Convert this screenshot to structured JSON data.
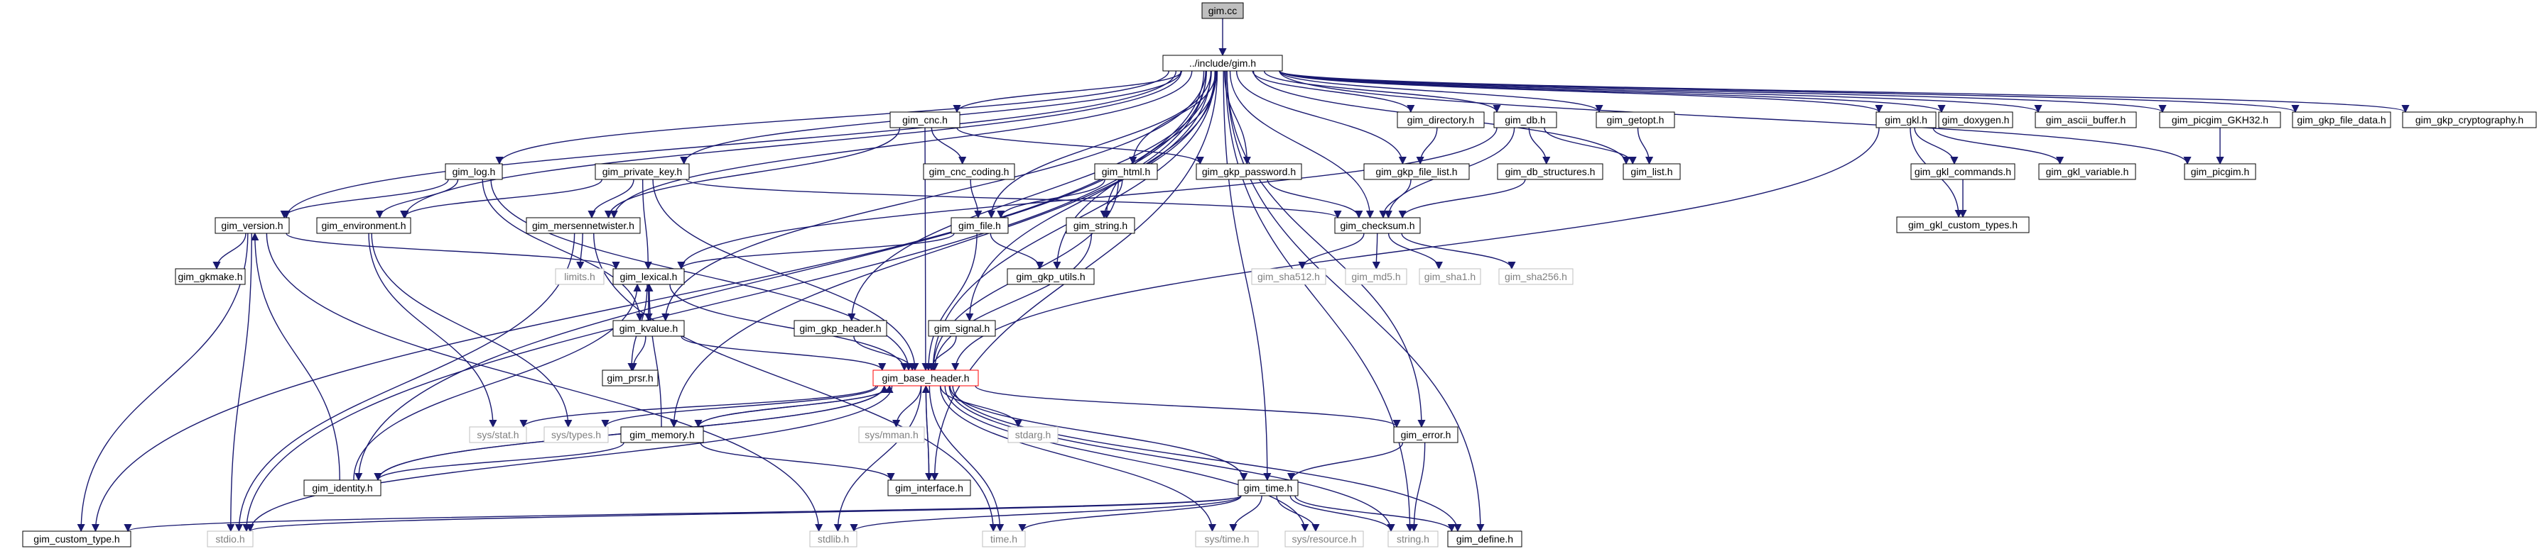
{
  "nodes": [
    {
      "id": "gim_cc",
      "label": "gim.cc",
      "kind": "root"
    },
    {
      "id": "gim_h",
      "label": "../include/gim.h",
      "kind": "doc"
    },
    {
      "id": "gim_cnc_h",
      "label": "gim_cnc.h",
      "kind": "doc"
    },
    {
      "id": "gim_directory_h",
      "label": "gim_directory.h",
      "kind": "doc"
    },
    {
      "id": "gim_db_h",
      "label": "gim_db.h",
      "kind": "doc"
    },
    {
      "id": "gim_getopt_h",
      "label": "gim_getopt.h",
      "kind": "doc"
    },
    {
      "id": "gim_gkl_h",
      "label": "gim_gkl.h",
      "kind": "doc"
    },
    {
      "id": "gim_doxygen_h",
      "label": "gim_doxygen.h",
      "kind": "doc"
    },
    {
      "id": "gim_ascii_buffer_h",
      "label": "gim_ascii_buffer.h",
      "kind": "doc"
    },
    {
      "id": "gim_picgim_GKH32_h",
      "label": "gim_picgim_GKH32.h",
      "kind": "doc"
    },
    {
      "id": "gim_gkp_file_data_h",
      "label": "gim_gkp_file_data.h",
      "kind": "doc"
    },
    {
      "id": "gim_gkp_cryptography_h",
      "label": "gim_gkp_cryptography.h",
      "kind": "doc"
    },
    {
      "id": "gim_log_h",
      "label": "gim_log.h",
      "kind": "doc"
    },
    {
      "id": "gim_private_key_h",
      "label": "gim_private_key.h",
      "kind": "doc"
    },
    {
      "id": "gim_cnc_coding_h",
      "label": "gim_cnc_coding.h",
      "kind": "doc"
    },
    {
      "id": "gim_gkp_password_h",
      "label": "gim_gkp_password.h",
      "kind": "doc"
    },
    {
      "id": "gim_html_h",
      "label": "gim_html.h",
      "kind": "doc"
    },
    {
      "id": "gim_gkp_file_list_h",
      "label": "gim_gkp_file_list.h",
      "kind": "doc"
    },
    {
      "id": "gim_db_structures_h",
      "label": "gim_db_structures.h",
      "kind": "doc"
    },
    {
      "id": "gim_list_h",
      "label": "gim_list.h",
      "kind": "doc"
    },
    {
      "id": "gim_gkl_commands_h",
      "label": "gim_gkl_commands.h",
      "kind": "doc"
    },
    {
      "id": "gim_gkl_variable_h",
      "label": "gim_gkl_variable.h",
      "kind": "doc"
    },
    {
      "id": "gim_picgim_h",
      "label": "gim_picgim.h",
      "kind": "doc"
    },
    {
      "id": "gim_gkl_custom_types_h",
      "label": "gim_gkl_custom_types.h",
      "kind": "doc"
    },
    {
      "id": "gim_version_h",
      "label": "gim_version.h",
      "kind": "doc"
    },
    {
      "id": "gim_environment_h",
      "label": "gim_environment.h",
      "kind": "doc"
    },
    {
      "id": "gim_mersennetwister_h",
      "label": "gim_mersennetwister.h",
      "kind": "doc"
    },
    {
      "id": "gim_file_h",
      "label": "gim_file.h",
      "kind": "doc"
    },
    {
      "id": "gim_string_h",
      "label": "gim_string.h",
      "kind": "doc"
    },
    {
      "id": "gim_checksum_h",
      "label": "gim_checksum.h",
      "kind": "doc"
    },
    {
      "id": "gim_gkmake_h",
      "label": "gim_gkmake.h",
      "kind": "doc"
    },
    {
      "id": "limits_h",
      "label": "limits.h",
      "kind": "sys"
    },
    {
      "id": "gim_lexical_h",
      "label": "gim_lexical.h",
      "kind": "doc"
    },
    {
      "id": "gim_gkp_utils_h",
      "label": "gim_gkp_utils.h",
      "kind": "doc"
    },
    {
      "id": "gim_sha512_h",
      "label": "gim_sha512.h",
      "kind": "sys"
    },
    {
      "id": "gim_md5_h",
      "label": "gim_md5.h",
      "kind": "sys"
    },
    {
      "id": "gim_sha1_h",
      "label": "gim_sha1.h",
      "kind": "sys"
    },
    {
      "id": "gim_sha256_h",
      "label": "gim_sha256.h",
      "kind": "sys"
    },
    {
      "id": "gim_kvalue_h",
      "label": "gim_kvalue.h",
      "kind": "doc"
    },
    {
      "id": "gim_gkp_header_h",
      "label": "gim_gkp_header.h",
      "kind": "doc"
    },
    {
      "id": "gim_signal_h",
      "label": "gim_signal.h",
      "kind": "doc"
    },
    {
      "id": "gim_prsr_h",
      "label": "gim_prsr.h",
      "kind": "doc"
    },
    {
      "id": "gim_base_header_h",
      "label": "gim_base_header.h",
      "kind": "hl"
    },
    {
      "id": "sys_stat_h",
      "label": "sys/stat.h",
      "kind": "sys"
    },
    {
      "id": "sys_types_h",
      "label": "sys/types.h",
      "kind": "sys"
    },
    {
      "id": "gim_memory_h",
      "label": "gim_memory.h",
      "kind": "doc"
    },
    {
      "id": "sys_mman_h",
      "label": "sys/mman.h",
      "kind": "sys"
    },
    {
      "id": "stdarg_h",
      "label": "stdarg.h",
      "kind": "sys"
    },
    {
      "id": "gim_error_h",
      "label": "gim_error.h",
      "kind": "doc"
    },
    {
      "id": "gim_identity_h",
      "label": "gim_identity.h",
      "kind": "doc"
    },
    {
      "id": "gim_interface_h",
      "label": "gim_interface.h",
      "kind": "doc"
    },
    {
      "id": "gim_time_h",
      "label": "gim_time.h",
      "kind": "doc"
    },
    {
      "id": "gim_custom_type_h",
      "label": "gim_custom_type.h",
      "kind": "doc"
    },
    {
      "id": "stdio_h",
      "label": "stdio.h",
      "kind": "sys"
    },
    {
      "id": "stdlib_h",
      "label": "stdlib.h",
      "kind": "sys"
    },
    {
      "id": "time_h",
      "label": "time.h",
      "kind": "sys"
    },
    {
      "id": "sys_time_h",
      "label": "sys/time.h",
      "kind": "sys"
    },
    {
      "id": "sys_resource_h",
      "label": "sys/resource.h",
      "kind": "sys"
    },
    {
      "id": "string_h",
      "label": "string.h",
      "kind": "sys"
    },
    {
      "id": "gim_define_h",
      "label": "gim_define.h",
      "kind": "doc"
    }
  ],
  "edges": [
    [
      "gim_cc",
      "gim_h"
    ],
    [
      "gim_h",
      "gim_cnc_h"
    ],
    [
      "gim_h",
      "gim_directory_h"
    ],
    [
      "gim_h",
      "gim_db_h"
    ],
    [
      "gim_h",
      "gim_getopt_h"
    ],
    [
      "gim_h",
      "gim_gkl_h"
    ],
    [
      "gim_h",
      "gim_doxygen_h"
    ],
    [
      "gim_h",
      "gim_ascii_buffer_h"
    ],
    [
      "gim_h",
      "gim_picgim_GKH32_h"
    ],
    [
      "gim_h",
      "gim_gkp_file_data_h"
    ],
    [
      "gim_h",
      "gim_gkp_cryptography_h"
    ],
    [
      "gim_h",
      "gim_log_h"
    ],
    [
      "gim_h",
      "gim_private_key_h"
    ],
    [
      "gim_h",
      "gim_gkp_password_h"
    ],
    [
      "gim_h",
      "gim_html_h"
    ],
    [
      "gim_h",
      "gim_gkp_file_list_h"
    ],
    [
      "gim_h",
      "gim_list_h"
    ],
    [
      "gim_h",
      "gim_picgim_h"
    ],
    [
      "gim_h",
      "gim_version_h"
    ],
    [
      "gim_h",
      "gim_environment_h"
    ],
    [
      "gim_h",
      "gim_mersennetwister_h"
    ],
    [
      "gim_h",
      "gim_file_h"
    ],
    [
      "gim_h",
      "gim_string_h"
    ],
    [
      "gim_h",
      "gim_checksum_h"
    ],
    [
      "gim_h",
      "gim_gkp_utils_h"
    ],
    [
      "gim_h",
      "gim_kvalue_h"
    ],
    [
      "gim_h",
      "gim_gkp_header_h"
    ],
    [
      "gim_h",
      "gim_signal_h"
    ],
    [
      "gim_h",
      "gim_base_header_h"
    ],
    [
      "gim_h",
      "gim_memory_h"
    ],
    [
      "gim_h",
      "gim_error_h"
    ],
    [
      "gim_h",
      "gim_identity_h"
    ],
    [
      "gim_h",
      "gim_interface_h"
    ],
    [
      "gim_h",
      "gim_time_h"
    ],
    [
      "gim_h",
      "gim_custom_type_h"
    ],
    [
      "gim_h",
      "stdio_h"
    ],
    [
      "gim_h",
      "string_h"
    ],
    [
      "gim_h",
      "gim_define_h"
    ],
    [
      "gim_cnc_h",
      "gim_cnc_coding_h"
    ],
    [
      "gim_cnc_h",
      "gim_gkp_password_h"
    ],
    [
      "gim_cnc_h",
      "gim_mersennetwister_h"
    ],
    [
      "gim_cnc_h",
      "gim_base_header_h"
    ],
    [
      "gim_directory_h",
      "gim_gkp_file_list_h"
    ],
    [
      "gim_db_h",
      "gim_db_structures_h"
    ],
    [
      "gim_db_h",
      "gim_list_h"
    ],
    [
      "gim_db_h",
      "gim_checksum_h"
    ],
    [
      "gim_db_h",
      "gim_lexical_h"
    ],
    [
      "gim_getopt_h",
      "gim_list_h"
    ],
    [
      "gim_gkl_h",
      "gim_gkl_commands_h"
    ],
    [
      "gim_gkl_h",
      "gim_gkl_variable_h"
    ],
    [
      "gim_gkl_h",
      "gim_gkl_custom_types_h"
    ],
    [
      "gim_gkl_h",
      "gim_base_header_h"
    ],
    [
      "gim_gkl_commands_h",
      "gim_gkl_custom_types_h"
    ],
    [
      "gim_picgim_GKH32_h",
      "gim_picgim_h"
    ],
    [
      "gim_log_h",
      "gim_version_h"
    ],
    [
      "gim_log_h",
      "gim_environment_h"
    ],
    [
      "gim_log_h",
      "gim_kvalue_h"
    ],
    [
      "gim_log_h",
      "gim_base_header_h"
    ],
    [
      "gim_private_key_h",
      "gim_environment_h"
    ],
    [
      "gim_private_key_h",
      "gim_mersennetwister_h"
    ],
    [
      "gim_private_key_h",
      "gim_checksum_h"
    ],
    [
      "gim_private_key_h",
      "gim_lexical_h"
    ],
    [
      "gim_private_key_h",
      "gim_base_header_h"
    ],
    [
      "gim_cnc_coding_h",
      "gim_file_h"
    ],
    [
      "gim_gkp_password_h",
      "gim_checksum_h"
    ],
    [
      "gim_html_h",
      "gim_file_h"
    ],
    [
      "gim_html_h",
      "gim_string_h"
    ],
    [
      "gim_html_h",
      "gim_base_header_h"
    ],
    [
      "gim_gkp_file_list_h",
      "gim_checksum_h"
    ],
    [
      "gim_db_structures_h",
      "gim_checksum_h"
    ],
    [
      "gim_checksum_h",
      "gim_sha512_h"
    ],
    [
      "gim_checksum_h",
      "gim_md5_h"
    ],
    [
      "gim_checksum_h",
      "gim_sha1_h"
    ],
    [
      "gim_checksum_h",
      "gim_sha256_h"
    ],
    [
      "gim_version_h",
      "gim_gkmake_h"
    ],
    [
      "gim_version_h",
      "gim_lexical_h"
    ],
    [
      "gim_version_h",
      "gim_custom_type_h"
    ],
    [
      "gim_version_h",
      "stdio_h"
    ],
    [
      "gim_version_h",
      "stdlib_h"
    ],
    [
      "gim_environment_h",
      "sys_stat_h"
    ],
    [
      "gim_environment_h",
      "sys_types_h"
    ],
    [
      "gim_mersennetwister_h",
      "limits_h"
    ],
    [
      "gim_mersennetwister_h",
      "stdio_h"
    ],
    [
      "gim_mersennetwister_h",
      "time_h"
    ],
    [
      "gim_file_h",
      "gim_lexical_h"
    ],
    [
      "gim_file_h",
      "gim_gkp_utils_h"
    ],
    [
      "gim_file_h",
      "gim_base_header_h"
    ],
    [
      "gim_string_h",
      "gim_base_header_h"
    ],
    [
      "gim_lexical_h",
      "gim_kvalue_h"
    ],
    [
      "gim_lexical_h",
      "gim_prsr_h"
    ],
    [
      "gim_lexical_h",
      "gim_base_header_h"
    ],
    [
      "gim_kvalue_h",
      "gim_lexical_h"
    ],
    [
      "gim_kvalue_h",
      "gim_prsr_h"
    ],
    [
      "gim_kvalue_h",
      "gim_base_header_h"
    ],
    [
      "gim_gkp_header_h",
      "gim_base_header_h"
    ],
    [
      "gim_signal_h",
      "gim_base_header_h"
    ],
    [
      "gim_base_header_h",
      "sys_stat_h"
    ],
    [
      "gim_base_header_h",
      "sys_types_h"
    ],
    [
      "gim_base_header_h",
      "gim_memory_h"
    ],
    [
      "gim_base_header_h",
      "sys_mman_h"
    ],
    [
      "gim_base_header_h",
      "stdarg_h"
    ],
    [
      "gim_base_header_h",
      "gim_error_h"
    ],
    [
      "gim_base_header_h",
      "gim_identity_h"
    ],
    [
      "gim_base_header_h",
      "gim_interface_h"
    ],
    [
      "gim_base_header_h",
      "gim_time_h"
    ],
    [
      "gim_base_header_h",
      "stdio_h"
    ],
    [
      "gim_base_header_h",
      "stdlib_h"
    ],
    [
      "gim_base_header_h",
      "time_h"
    ],
    [
      "gim_base_header_h",
      "sys_time_h"
    ],
    [
      "gim_base_header_h",
      "sys_resource_h"
    ],
    [
      "gim_base_header_h",
      "string_h"
    ],
    [
      "gim_base_header_h",
      "gim_define_h"
    ],
    [
      "gim_memory_h",
      "gim_identity_h"
    ],
    [
      "gim_memory_h",
      "gim_interface_h"
    ],
    [
      "gim_memory_h",
      "gim_lexical_h"
    ],
    [
      "gim_memory_h",
      "gim_base_header_h"
    ],
    [
      "gim_identity_h",
      "gim_version_h"
    ],
    [
      "gim_identity_h",
      "gim_lexical_h"
    ],
    [
      "gim_identity_h",
      "gim_base_header_h"
    ],
    [
      "gim_interface_h",
      "gim_base_header_h"
    ],
    [
      "gim_error_h",
      "gim_time_h"
    ],
    [
      "gim_error_h",
      "string_h"
    ],
    [
      "gim_time_h",
      "gim_custom_type_h"
    ],
    [
      "gim_time_h",
      "stdio_h"
    ],
    [
      "gim_time_h",
      "stdlib_h"
    ],
    [
      "gim_time_h",
      "time_h"
    ],
    [
      "gim_time_h",
      "sys_time_h"
    ],
    [
      "gim_time_h",
      "sys_resource_h"
    ],
    [
      "gim_time_h",
      "string_h"
    ],
    [
      "gim_time_h",
      "gim_define_h"
    ]
  ]
}
